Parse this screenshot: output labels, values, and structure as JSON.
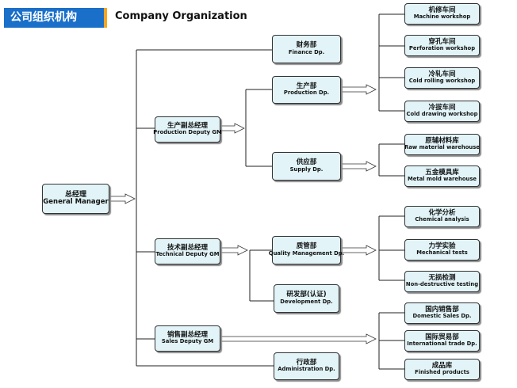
{
  "header": {
    "title_zh": "公司组织机构",
    "title_en": "Company Organization"
  },
  "nodes": {
    "gm": {
      "zh": "总经理",
      "en": "General Manager"
    },
    "prod_gm": {
      "zh": "生产副总经理",
      "en": "Production Deputy GM"
    },
    "tech_gm": {
      "zh": "技术副总经理",
      "en": "Technical Deputy GM"
    },
    "sales_gm": {
      "zh": "销售副总经理",
      "en": "Sales Deputy GM"
    },
    "finance": {
      "zh": "财务部",
      "en": "Finance Dp."
    },
    "production": {
      "zh": "生产部",
      "en": "Production Dp."
    },
    "supply": {
      "zh": "供应部",
      "en": "Supply Dp."
    },
    "quality": {
      "zh": "质管部",
      "en": "Quality Management Dp."
    },
    "dev": {
      "zh": "研发部(认证)",
      "en": "Development Dp."
    },
    "admin": {
      "zh": "行政部",
      "en": "Administration  Dp."
    },
    "machine": {
      "zh": "机修车间",
      "en": "Machine workshop"
    },
    "perf": {
      "zh": "穿孔车间",
      "en": "Perforation workshop"
    },
    "coldroll": {
      "zh": "冷轧车间",
      "en": "Cold rolling  workshop"
    },
    "colddraw": {
      "zh": "冷拔车间",
      "en": "Cold drawing  workshop"
    },
    "rawmat": {
      "zh": "原辅材料库",
      "en": "Raw material warehouse"
    },
    "metalmold": {
      "zh": "五金模具库",
      "en": "Metal mold   warehouse"
    },
    "chem": {
      "zh": "化学分析",
      "en": "Chemical analysis"
    },
    "mech": {
      "zh": "力学实验",
      "en": "Mechanical tests"
    },
    "ndt": {
      "zh": "无损检测",
      "en": "Non-destructive testing"
    },
    "domestic": {
      "zh": "国内销售部",
      "en": "Domestic Sales Dp."
    },
    "intl": {
      "zh": "国际贸易部",
      "en": "International trade Dp."
    },
    "finished": {
      "zh": "成品库",
      "en": "Finished products"
    }
  }
}
